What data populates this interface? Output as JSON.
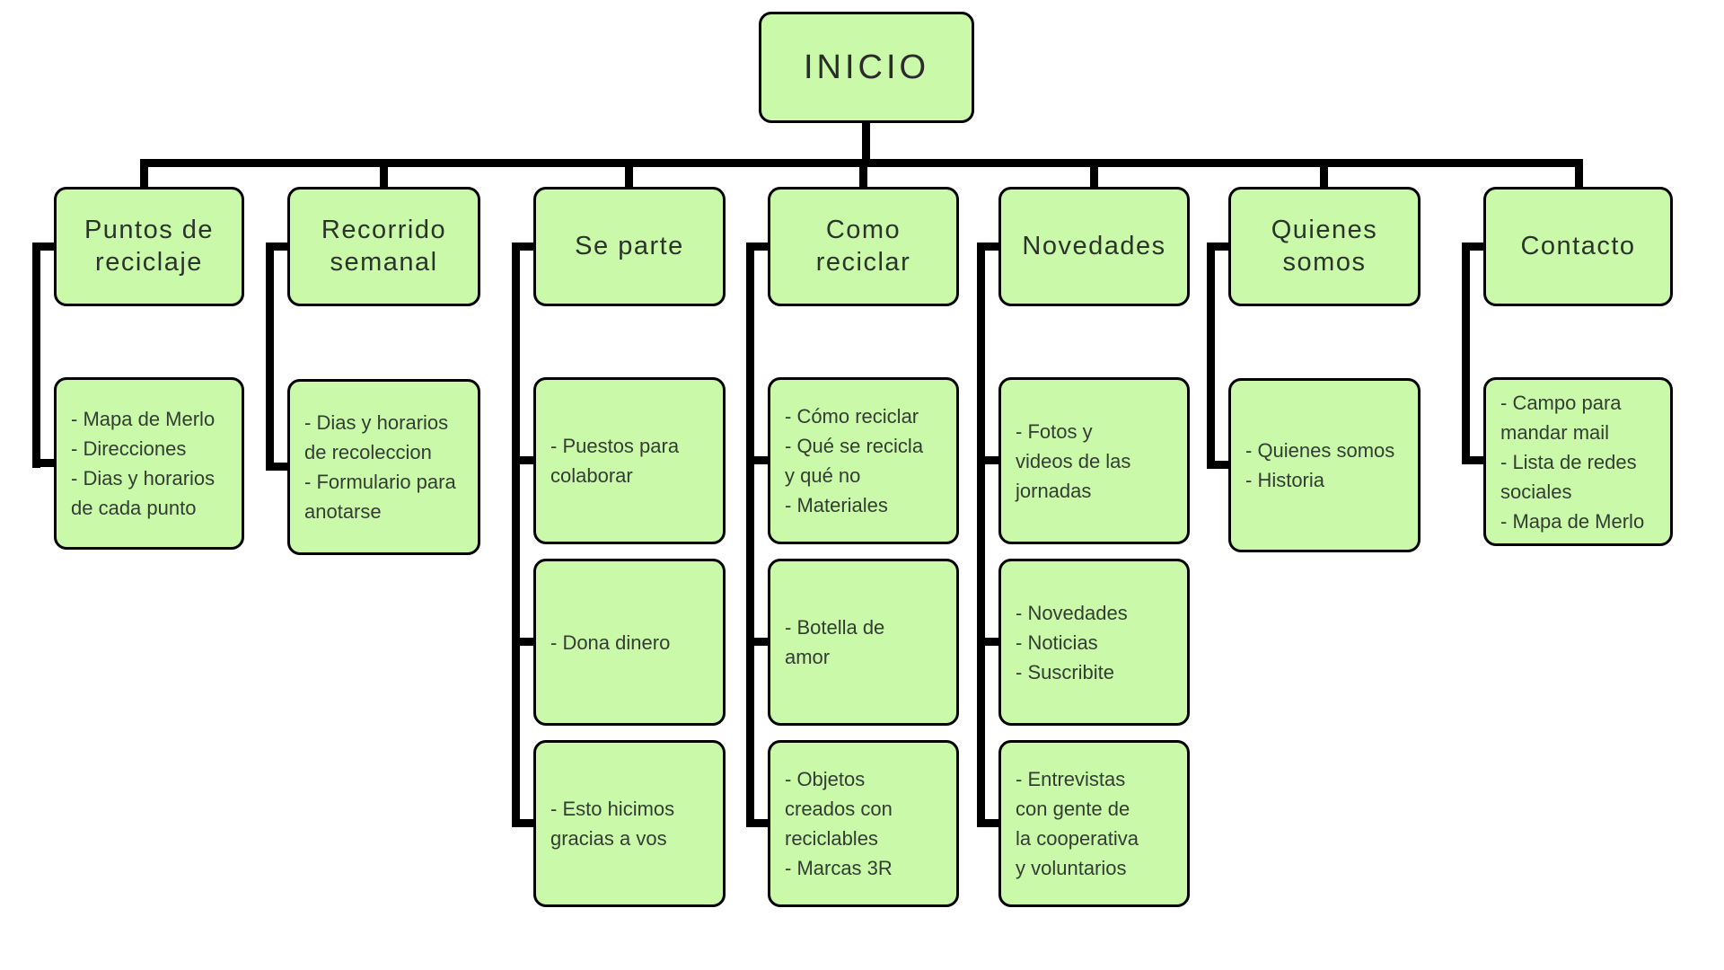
{
  "colors": {
    "node_fill": "#c9f9a9",
    "node_border": "#000000",
    "connector": "#000000"
  },
  "diagram": {
    "root": {
      "label": "INICIO"
    },
    "columns": [
      {
        "title": [
          "Puntos de",
          "reciclaje"
        ],
        "children": [
          [
            "- Mapa de Merlo",
            "- Direcciones",
            "- Dias y horarios",
            "de cada punto"
          ]
        ]
      },
      {
        "title": [
          "Recorrido",
          "semanal"
        ],
        "children": [
          [
            "- Dias y horarios",
            "de recoleccion",
            "- Formulario para",
            "anotarse"
          ]
        ]
      },
      {
        "title": [
          "Se parte"
        ],
        "children": [
          [
            "- Puestos para",
            "colaborar"
          ],
          [
            "- Dona dinero"
          ],
          [
            "- Esto hicimos",
            "gracias a vos"
          ]
        ]
      },
      {
        "title": [
          "Como",
          "reciclar"
        ],
        "children": [
          [
            "- Cómo reciclar",
            "- Qué se recicla",
            "y qué no",
            "- Materiales"
          ],
          [
            "- Botella de",
            "amor"
          ],
          [
            "- Objetos",
            "creados con",
            "reciclables",
            "- Marcas 3R"
          ]
        ]
      },
      {
        "title": [
          "Novedades"
        ],
        "children": [
          [
            "- Fotos y",
            "videos de las",
            "jornadas"
          ],
          [
            "- Novedades",
            "- Noticias",
            "- Suscribite"
          ],
          [
            "- Entrevistas",
            "con gente de",
            "la cooperativa",
            "y voluntarios"
          ]
        ]
      },
      {
        "title": [
          "Quienes",
          "somos"
        ],
        "children": [
          [
            "- Quienes somos",
            "- Historia"
          ]
        ]
      },
      {
        "title": [
          "Contacto"
        ],
        "children": [
          [
            "- Campo para",
            "mandar mail",
            "- Lista de redes",
            "sociales",
            "- Mapa de Merlo"
          ]
        ]
      }
    ]
  }
}
